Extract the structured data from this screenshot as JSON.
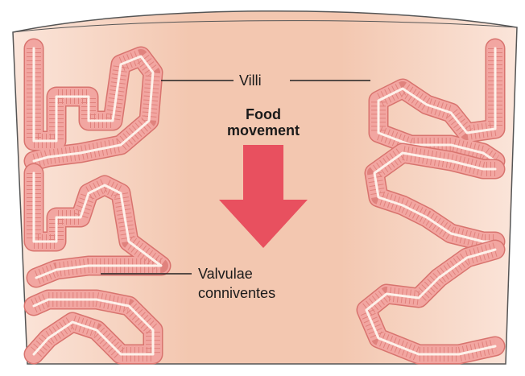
{
  "labels": {
    "villi": "Villi",
    "food_movement_line1": "Food",
    "food_movement_line2": "movement",
    "valvulae_line1": "Valvulae",
    "valvulae_line2": "conniventes"
  },
  "colors": {
    "lumen_light": "#fbe5da",
    "lumen_mid": "#f3c7b0",
    "fold_fill": "#f2a6a1",
    "fold_stroke": "#d8736e",
    "wall_outline": "#555555",
    "arrow": "#e8505f",
    "leader_line": "#222222"
  },
  "icons": {
    "arrow": "down-arrow-icon"
  }
}
